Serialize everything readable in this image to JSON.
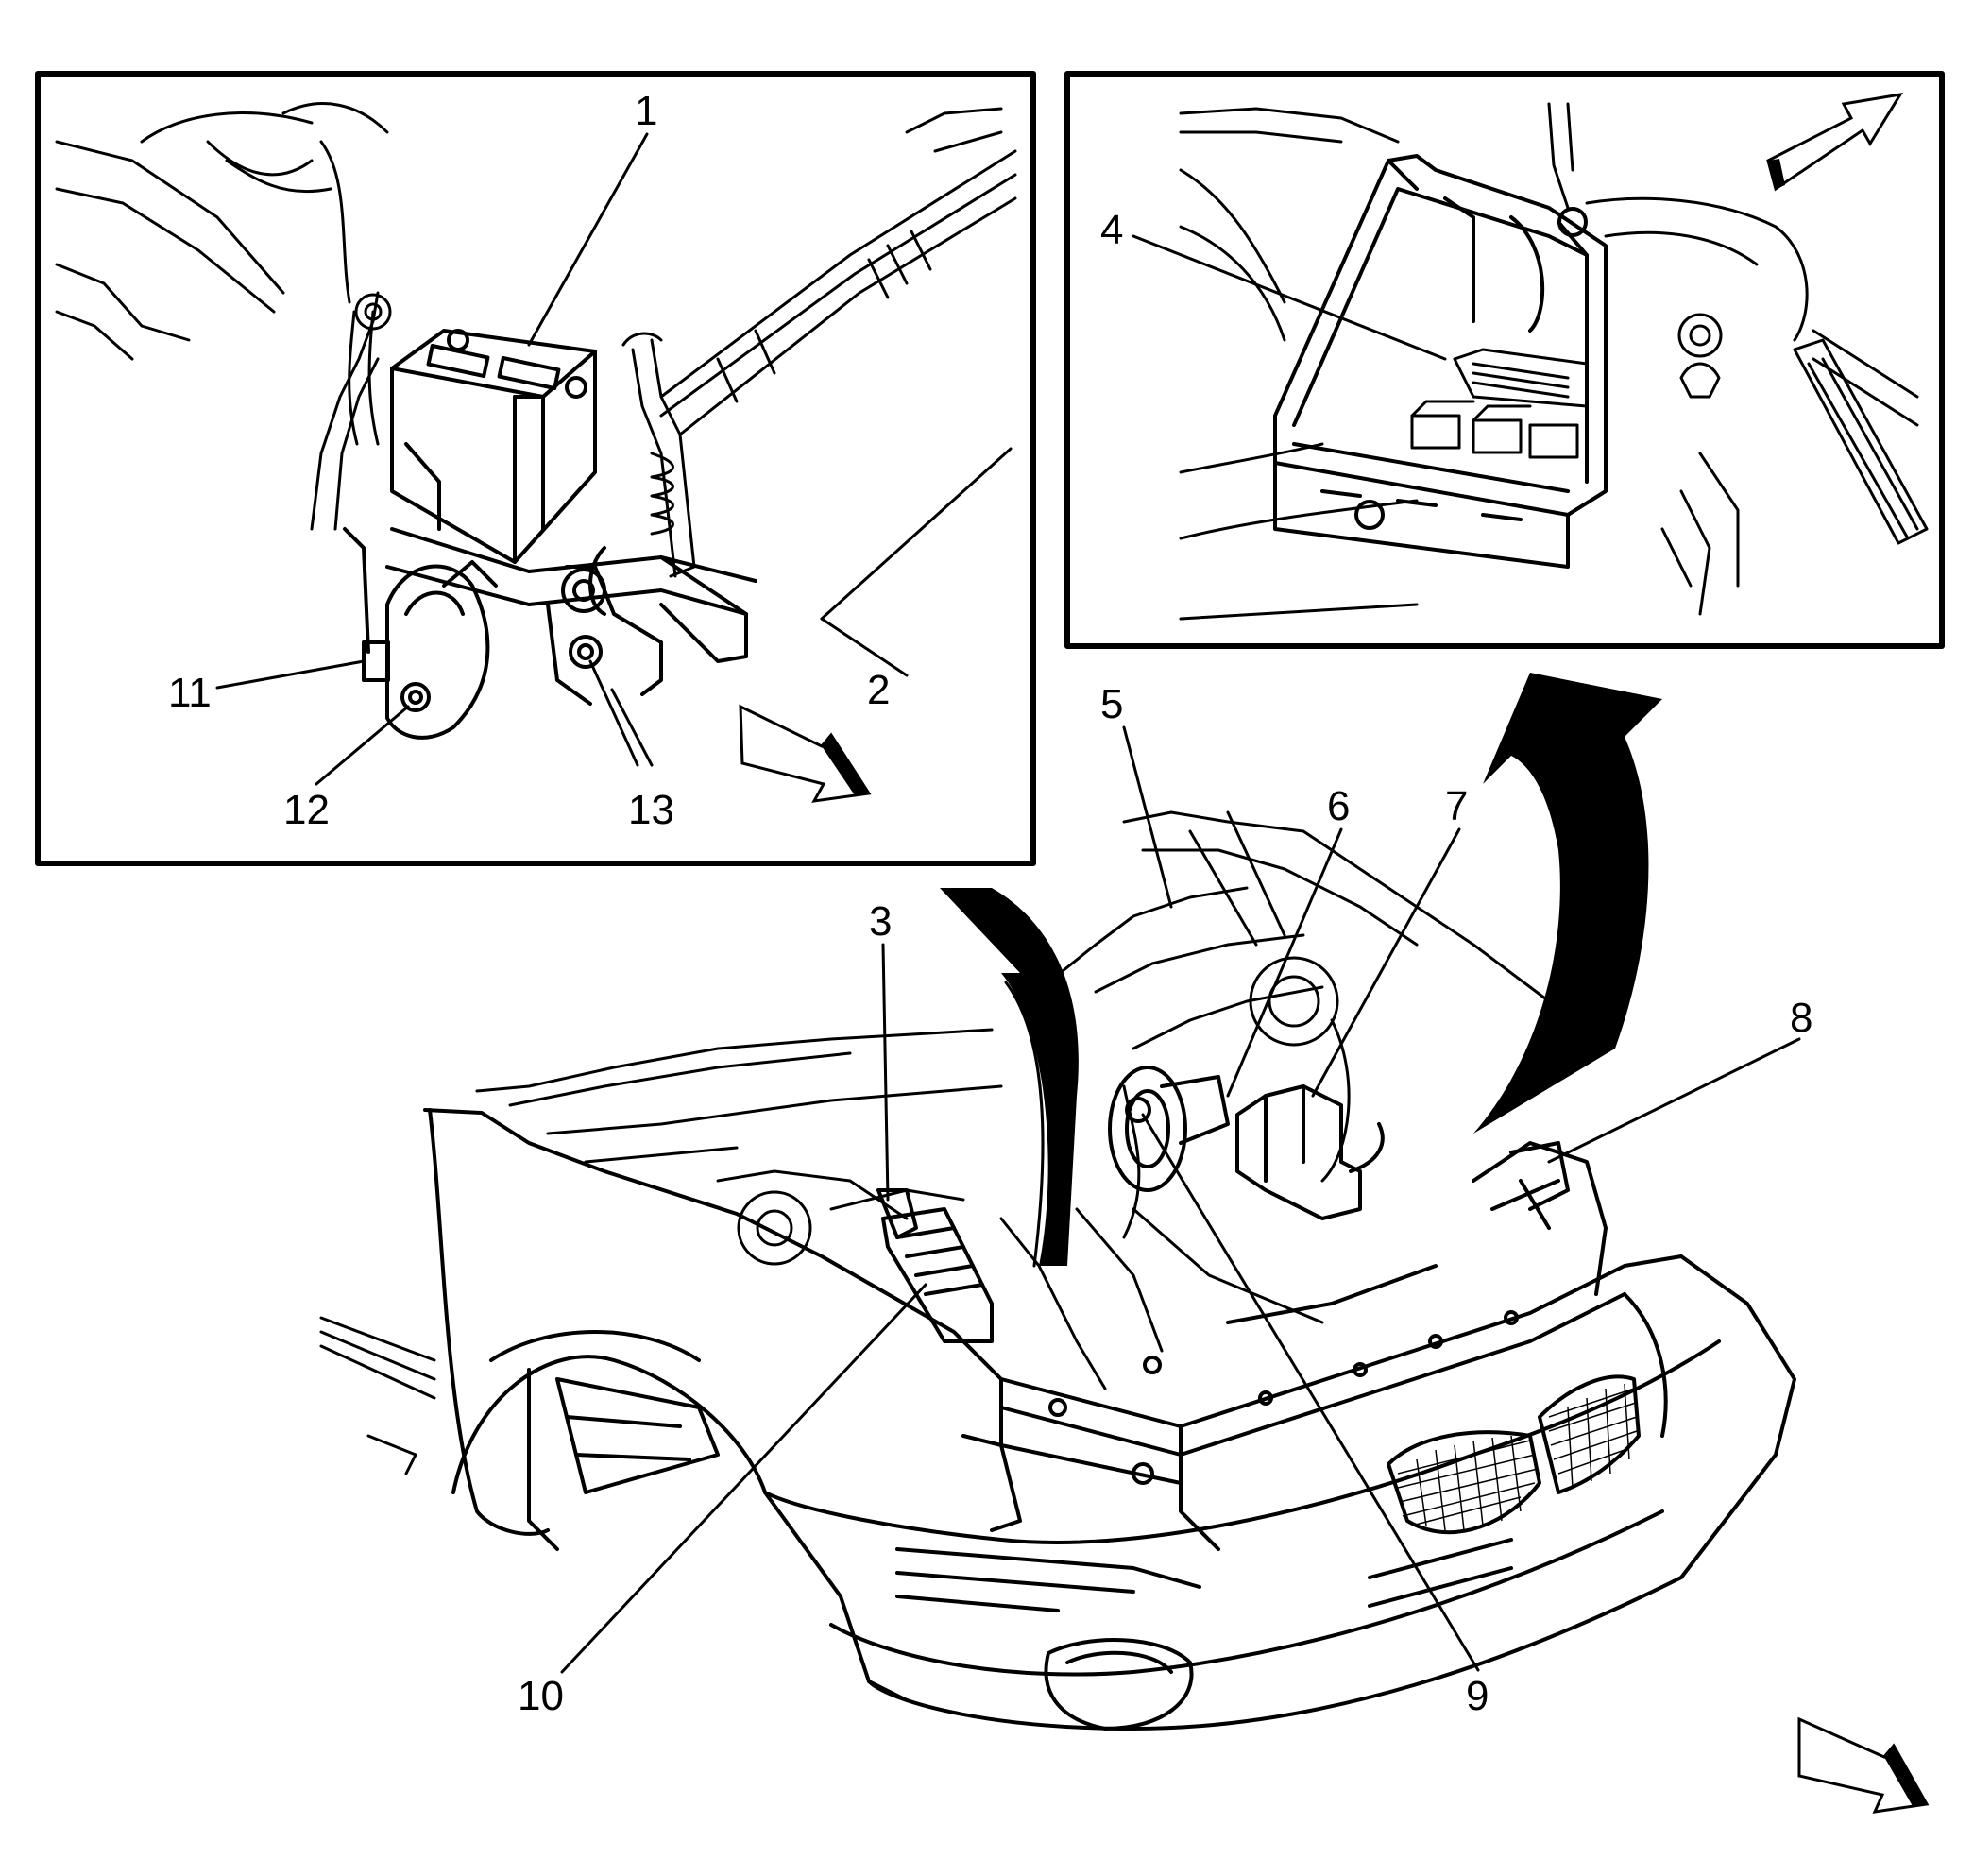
{
  "callouts": {
    "c1": "1",
    "c2": "2",
    "c3": "3",
    "c4": "4",
    "c5": "5",
    "c6": "6",
    "c7": "7",
    "c8": "8",
    "c9": "9",
    "c10": "10",
    "c11": "11",
    "c12": "12",
    "c13": "13"
  },
  "colors": {
    "ink": "#000000",
    "paper": "#ffffff"
  },
  "icons": [
    "direction-arrow-icon",
    "view-transfer-arrow-icon"
  ]
}
